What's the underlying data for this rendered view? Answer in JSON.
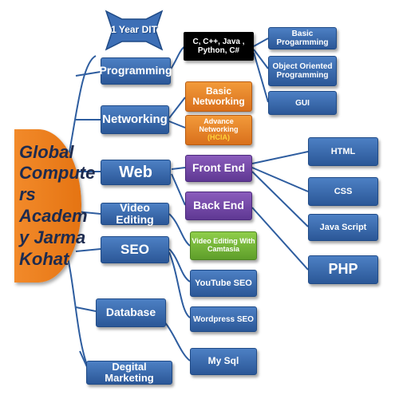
{
  "root": {
    "label": "Global Compute rs Academ y Jarma Kohat",
    "lines": [
      "Global",
      "Compute",
      "rs",
      "Academ",
      "y Jarma",
      "Kohat"
    ]
  },
  "badge": {
    "label": "1 Year DIT"
  },
  "courses": {
    "programming": "Programming",
    "networking": "Networking",
    "web": "Web",
    "video_editing": "Video Editing",
    "seo": "SEO",
    "database": "Database",
    "digital_marketing": "Degital Marketing"
  },
  "programming": {
    "languages": "C, C++, Java , Python, C#",
    "topics": [
      "Basic Progarmming",
      "Object Oriented Programming",
      "GUI"
    ]
  },
  "networking": {
    "basic": "Basic Networking",
    "advance": "Advance Networking",
    "advance_tag": "(HCIA)"
  },
  "web": {
    "front_end": "Front End",
    "back_end": "Back End",
    "front_topics": [
      "HTML",
      "CSS",
      "Java Script"
    ],
    "back_topic": "PHP"
  },
  "video_editing": {
    "tool": "Video Editing With Camtasia"
  },
  "seo": {
    "topics": [
      "YouTube SEO",
      "Wordpress SEO"
    ]
  },
  "database": {
    "topic": "My Sql"
  },
  "colors": {
    "course_blue": "#2b5797",
    "line_blue": "#2e5d9f",
    "root_orange": "#e57412",
    "purple": "#5f3893",
    "orange": "#d9701c",
    "green": "#5e9e2a",
    "black": "#000000",
    "hcia_yellow": "#ffd23a"
  }
}
